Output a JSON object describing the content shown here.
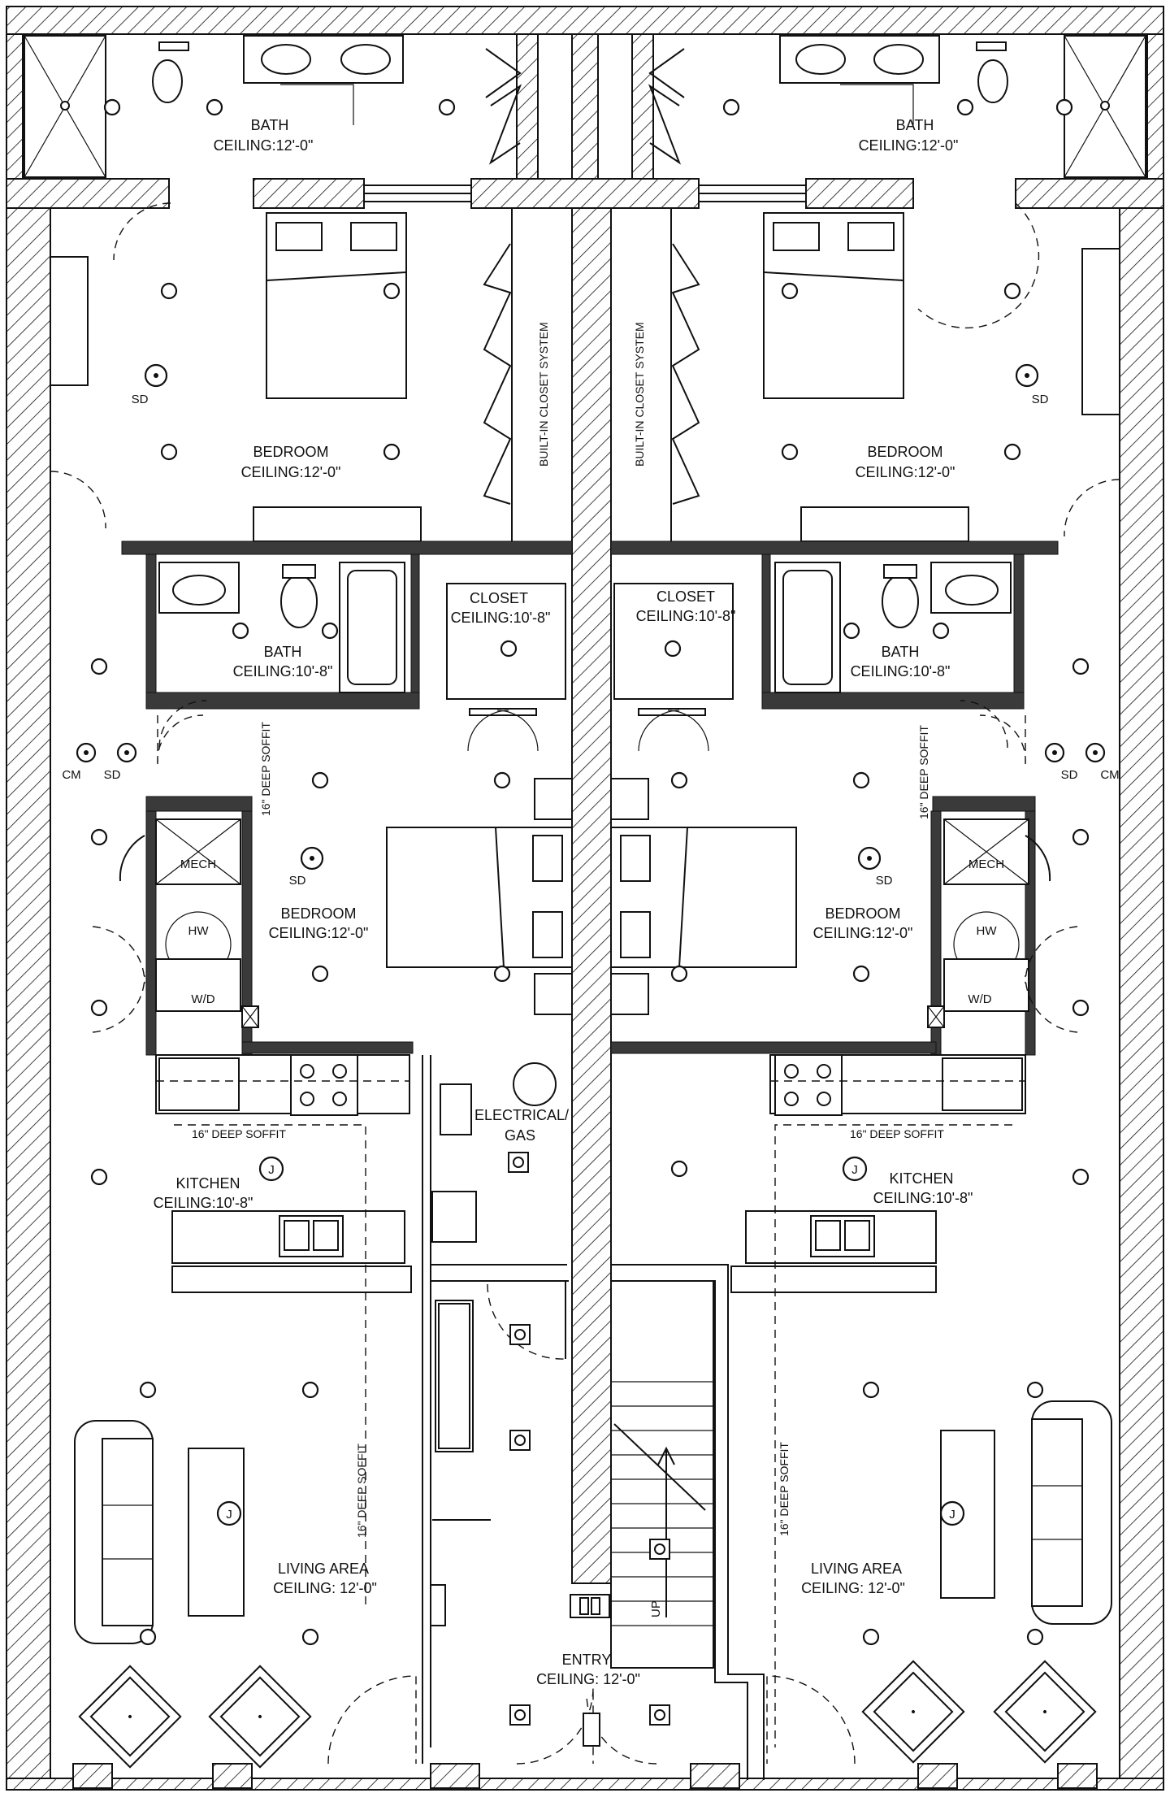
{
  "rooms": {
    "bath_top_left": {
      "name": "BATH",
      "ceiling": "CEILING:12'-0\""
    },
    "bath_top_right": {
      "name": "BATH",
      "ceiling": "CEILING:12'-0\""
    },
    "bedroom_upper_left": {
      "name": "BEDROOM",
      "ceiling": "CEILING:12'-0\""
    },
    "bedroom_upper_right": {
      "name": "BEDROOM",
      "ceiling": "CEILING:12'-0\""
    },
    "closet_left": {
      "name": "CLOSET",
      "ceiling": "CEILING:10'-8\""
    },
    "closet_right": {
      "name": "CLOSET",
      "ceiling": "CEILING:10'-8\""
    },
    "bath_mid_left": {
      "name": "BATH",
      "ceiling": "CEILING:10'-8\""
    },
    "bath_mid_right": {
      "name": "BATH",
      "ceiling": "CEILING:10'-8\""
    },
    "bedroom_mid_left": {
      "name": "BEDROOM",
      "ceiling": "CEILING:12'-0\""
    },
    "bedroom_mid_right": {
      "name": "BEDROOM",
      "ceiling": "CEILING:12'-0\""
    },
    "kitchen_left": {
      "name": "KITCHEN",
      "ceiling": "CEILING:10'-8\""
    },
    "kitchen_right": {
      "name": "KITCHEN",
      "ceiling": "CEILING:10'-8\""
    },
    "living_left": {
      "name": "LIVING AREA",
      "ceiling": "CEILING: 12'-0\""
    },
    "living_right": {
      "name": "LIVING AREA",
      "ceiling": "CEILING: 12'-0\""
    },
    "entry": {
      "name": "ENTRY",
      "ceiling": "CEILING: 12'-0\""
    },
    "electrical": {
      "name": "ELECTRICAL/",
      "sub": "GAS"
    }
  },
  "notes": {
    "closet_system": "BUILT-IN CLOSET SYSTEM",
    "soffit": "16\" DEEP SOFFIT",
    "smoke_detector": "SD",
    "co_monitor": "CM",
    "mech": "MECH",
    "hot_water": "HW",
    "washer_dryer": "W/D",
    "junction": "J",
    "stair_up": "UP"
  }
}
